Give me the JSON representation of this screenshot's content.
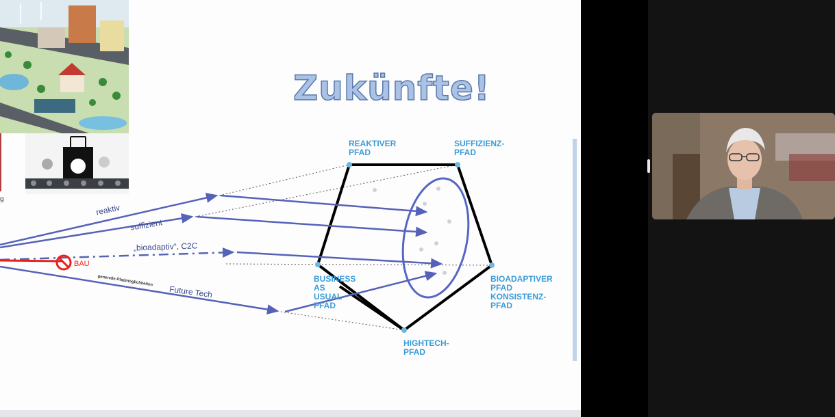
{
  "slide": {
    "title": "Zukünfte!",
    "nodes": {
      "reaktiver": "REAKTIVER\nPFAD",
      "suffizienz": "SUFFIZIENZ-\nPFAD",
      "business": "BUSINESS\nAS\nUSUAL\nPFAD",
      "bioadaptiver": "BIOADAPTIVER\nPFAD\nKONSISTENZ-\nPFAD",
      "hightech": "HIGHTECH-\nPFAD"
    },
    "routes": {
      "reaktiv": "reaktiv",
      "suffizient": "suffizient",
      "bioadaptiv": "„bioadaptiv“, C2C",
      "bau": "BAU",
      "future_tech": "Future Tech",
      "generelle": "generelle Pfadmöglichkeiten"
    },
    "left_edge_text": "g",
    "colors": {
      "route": "#5562b8",
      "node_text": "#3b9cd6",
      "title_fill": "#a9c2e6",
      "bau": "#e8221b"
    }
  },
  "video": {
    "participant": "presenter-video"
  }
}
